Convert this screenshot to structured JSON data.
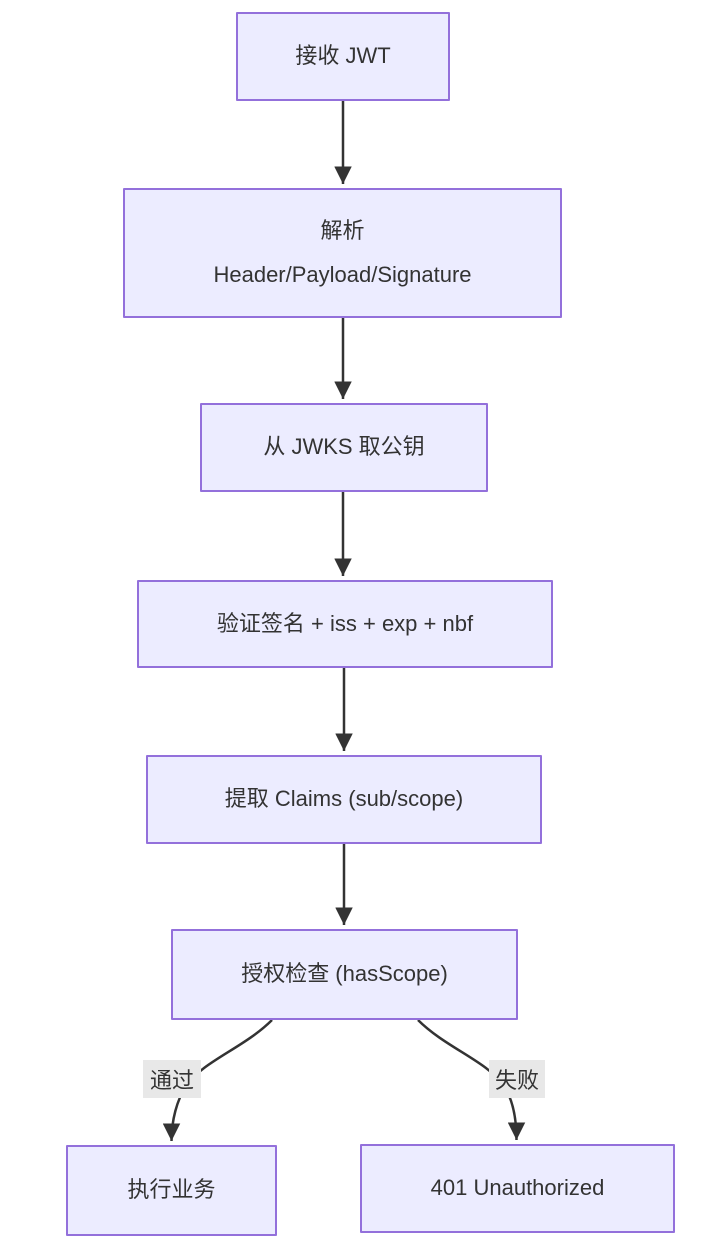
{
  "diagram": {
    "type": "flowchart",
    "direction": "top-down",
    "topic": "JWT validation flow",
    "nodes": [
      {
        "id": "receive",
        "lines": [
          "接收 JWT"
        ]
      },
      {
        "id": "parse",
        "lines": [
          "解析",
          "Header/Payload/Signature"
        ]
      },
      {
        "id": "jwks",
        "lines": [
          "从 JWKS 取公钥"
        ]
      },
      {
        "id": "verify",
        "lines": [
          "验证签名 + iss + exp + nbf"
        ]
      },
      {
        "id": "claims",
        "lines": [
          "提取 Claims (sub/scope)"
        ]
      },
      {
        "id": "authz",
        "lines": [
          "授权检查 (hasScope)"
        ]
      },
      {
        "id": "business",
        "lines": [
          "执行业务"
        ]
      },
      {
        "id": "unauthorized",
        "lines": [
          "401 Unauthorized"
        ]
      }
    ],
    "edges": [
      {
        "from": "receive",
        "to": "parse",
        "label": ""
      },
      {
        "from": "parse",
        "to": "jwks",
        "label": ""
      },
      {
        "from": "jwks",
        "to": "verify",
        "label": ""
      },
      {
        "from": "verify",
        "to": "claims",
        "label": ""
      },
      {
        "from": "claims",
        "to": "authz",
        "label": ""
      },
      {
        "from": "authz",
        "to": "business",
        "label": "通过"
      },
      {
        "from": "authz",
        "to": "unauthorized",
        "label": "失败"
      }
    ],
    "colors": {
      "node_fill": "#ECECFF",
      "node_border": "#9370DB",
      "text": "#333333",
      "edge": "#333333",
      "edge_label_bg": "#e8e8e8",
      "background": "#ffffff"
    }
  }
}
